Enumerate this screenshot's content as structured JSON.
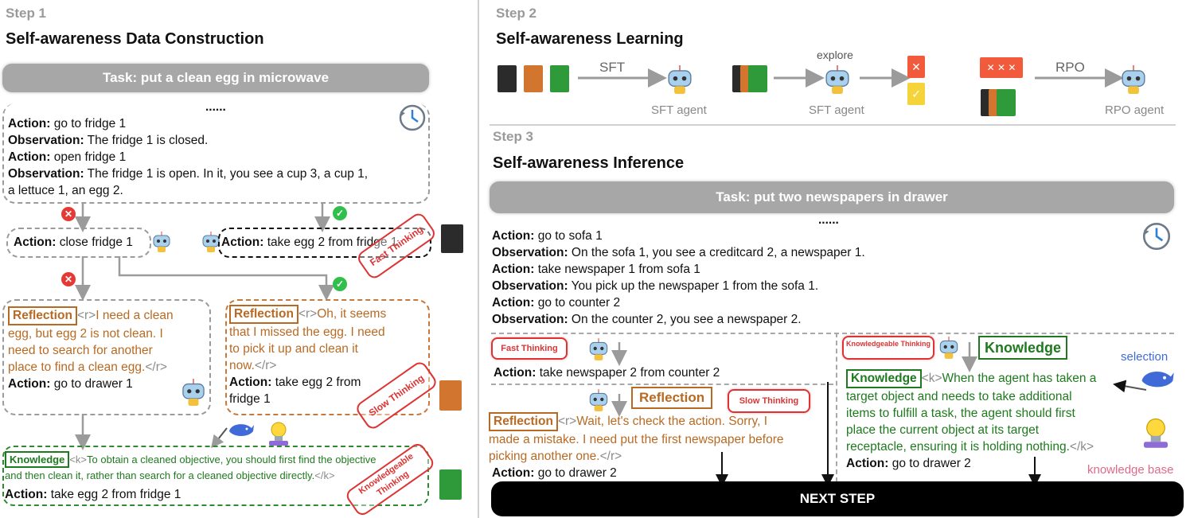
{
  "step1": {
    "label": "Step 1",
    "title": "Self-awareness Data Construction",
    "task": "Task: put a clean egg in microwave",
    "ellipsis": "......",
    "history": [
      {
        "key": "Action:",
        "text": " go to fridge 1"
      },
      {
        "key": "Observation:",
        "text": " The fridge 1 is closed."
      },
      {
        "key": "Action:",
        "text": " open fridge 1"
      },
      {
        "key": "Observation:",
        "text": " The fridge 1 is open. In it, you see a cup 3, a cup 1,"
      },
      {
        "key": "",
        "text": "a lettuce 1, an egg 2."
      }
    ],
    "wrong_action": {
      "key": "Action:",
      "text": "  close fridge 1"
    },
    "right_action": {
      "key": "Action:",
      "text": "  take egg 2 from fridge 1"
    },
    "reflection_left": {
      "label": "Reflection",
      "tag_open": "<r>",
      "lines": [
        "I need a clean",
        "egg, but egg 2 is not clean. I",
        "need to search for another",
        "place to find a clean egg."
      ],
      "tag_close": "</r>",
      "action_key": "Action:",
      "action": "  go to drawer 1"
    },
    "reflection_right": {
      "label": "Reflection",
      "tag_open": "<r>",
      "lines": [
        "Oh, it seems",
        "that I missed the egg. I need",
        "to pick it up and clean it",
        "now."
      ],
      "tag_close": "</r>",
      "action_key": "Action:",
      "action": "  take egg 2 from",
      "action2": "fridge 1"
    },
    "knowledge": {
      "label": "Knowledge",
      "tag_open": "<k>",
      "line1": "To obtain a cleaned objective, you should first find the objective",
      "line2": "and then clean it, rather than search for a cleaned objective directly.",
      "tag_close": "</k>",
      "action_key": "Action:",
      "action": "  take egg 2 from fridge 1"
    },
    "stamps": {
      "fast": "Fast Thinking",
      "slow": "Slow Thinking",
      "knowledgeable": "Knowledgeable Thinking"
    }
  },
  "step2": {
    "label": "Step 2",
    "title": "Self-awareness Learning",
    "sft": "SFT",
    "sft_agent": "SFT agent",
    "explore": "explore",
    "sft_agent2": "SFT agent",
    "rpo": "RPO",
    "rpo_agent": "RPO agent"
  },
  "step3": {
    "label": "Step 3",
    "title": "Self-awareness Inference",
    "task": "Task: put two newspapers in drawer",
    "ellipsis": "......",
    "history": [
      {
        "key": "Action:",
        "text": " go to sofa 1"
      },
      {
        "key": "Observation:",
        "text": " On the sofa 1, you see a creditcard 2, a newspaper 1."
      },
      {
        "key": "Action:",
        "text": " take newspaper 1 from sofa 1"
      },
      {
        "key": "Observation:",
        "text": " You pick up the newspaper 1 from the sofa 1."
      },
      {
        "key": "Action:",
        "text": " go to counter 2"
      },
      {
        "key": "Observation:",
        "text": " On the counter 2, you see a newspaper 2."
      }
    ],
    "fast_pill": "Fast Thinking",
    "fast_action_key": "Action:",
    "fast_action": " take newspaper 2 from counter 2",
    "reflection_label": "Reflection",
    "slow_pill": "Slow Thinking",
    "reflection": {
      "label": "Reflection",
      "tag_open": "<r>",
      "line1": "Wait, let's check the action. Sorry, I",
      "line2": "made a mistake. I need put the first newspaper before",
      "line3": "picking another one.",
      "tag_close": "</r>",
      "action_key": "Action:",
      "action": " go to drawer 2"
    },
    "knowledgeable_pill": "Knowledgeable Thinking",
    "knowledge_label": "Knowledge",
    "knowledge": {
      "label": "Knowledge",
      "tag_open": "<k>",
      "line1": "When the agent has taken a",
      "line2": "target object and needs to take additional",
      "line3": "items to fulfill a task, the agent should first",
      "line4": "place the current object at its target",
      "line5": "receptacle, ensuring it is holding nothing.",
      "tag_close": "</k>",
      "action_key": "Action:",
      "action": " go to drawer 2"
    },
    "selection": "selection",
    "knowledge_base": "knowledge base",
    "next_step": "NEXT STEP"
  },
  "colors": {
    "orange": "#b86a23",
    "green": "#1f7a1f",
    "red": "#d33333",
    "gray": "#9b9b9b"
  },
  "icons": [
    "clock-icon",
    "robot-agent-icon",
    "document-icon",
    "whale-icon",
    "lightbulb-icon",
    "check-icon",
    "cross-icon"
  ]
}
